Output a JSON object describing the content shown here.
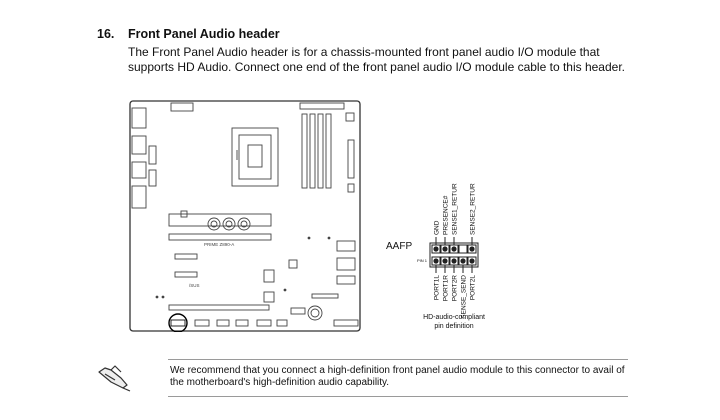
{
  "section": {
    "number": "16.",
    "title": "Front Panel Audio header",
    "description": "The Front Panel Audio header is for a chassis-mounted front panel audio I/O module that supports HD Audio. Connect one end of the front panel audio I/O module cable to this header."
  },
  "diagram": {
    "board_label": "PRIME Z890-A",
    "brand_mark": "/SUS",
    "connector_label": "AAFP",
    "pin1_label": "PIN 1",
    "top_pins": [
      "GND",
      "PRESENCE#",
      "SENSE1_RETUR",
      "SENSE2_RETUR"
    ],
    "bottom_pins": [
      "PORT1L",
      "PORT1R",
      "PORT2R",
      "SENSE_SEND",
      "PORT2L"
    ],
    "caption_line1": "HD-audio-compliant",
    "caption_line2": "pin definition"
  },
  "note": {
    "icon": "writing-hand-icon",
    "text": "We recommend that you connect a high-definition front panel audio module to this connector to avail of the motherboard's high-definition audio capability."
  }
}
